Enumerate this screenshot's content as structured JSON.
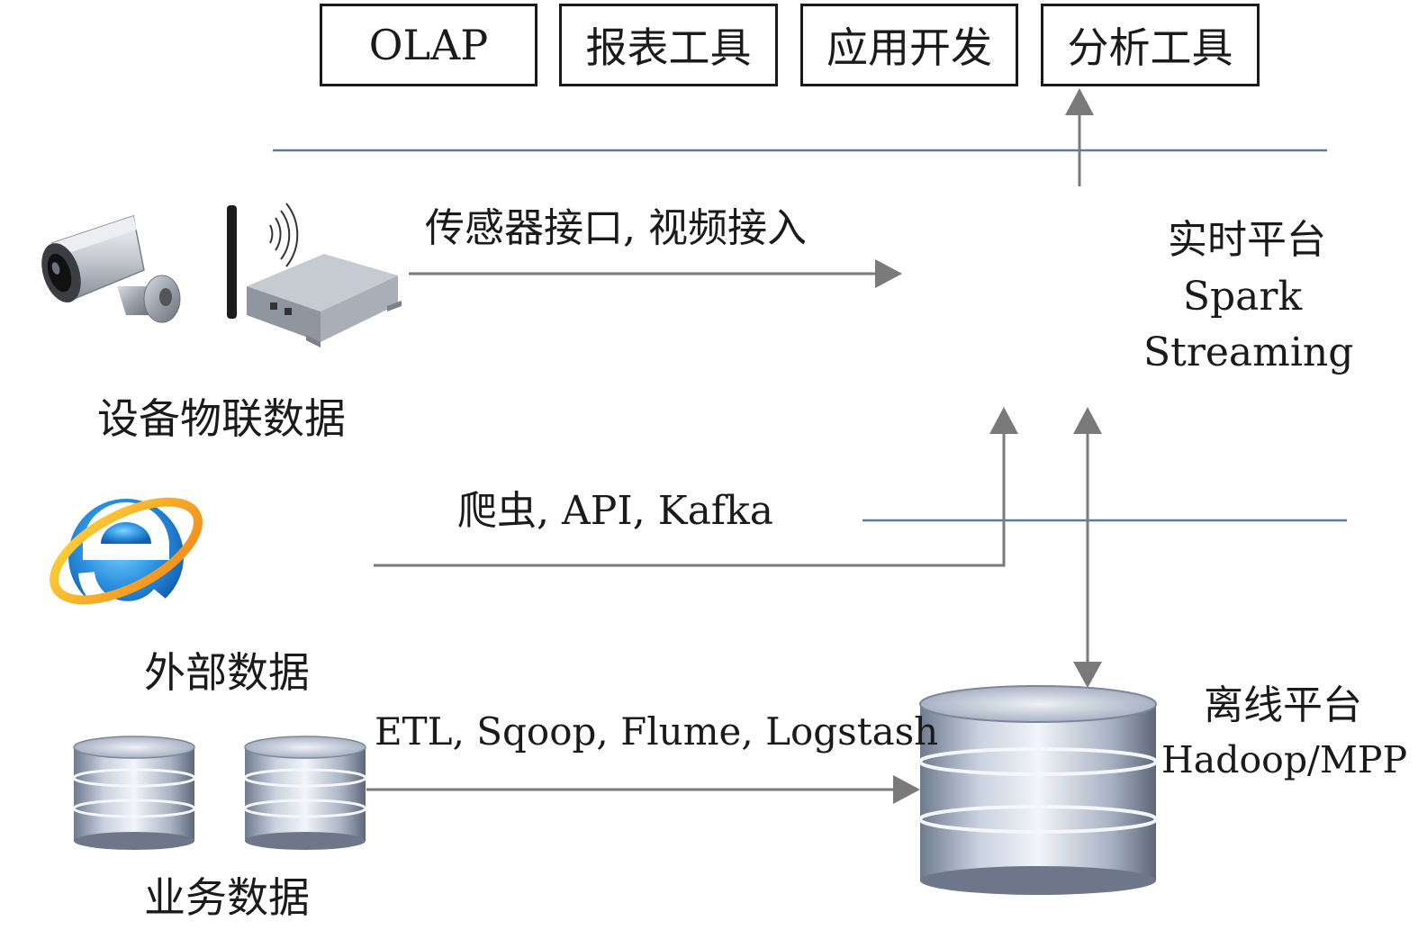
{
  "tools": [
    {
      "label": "OLAP"
    },
    {
      "label": "报表工具"
    },
    {
      "label": "应用开发"
    },
    {
      "label": "分析工具"
    }
  ],
  "realtime": {
    "line1": "实时平台",
    "line2": "Spark",
    "line3": "Streaming"
  },
  "offline": {
    "line1": "离线平台",
    "line2": "Hadoop/MPP"
  },
  "sources": {
    "device": {
      "caption": "设备物联数据",
      "flow_label": "传感器接口, 视频接入"
    },
    "external": {
      "caption": "外部数据",
      "flow_label": "爬虫, API, Kafka"
    },
    "business": {
      "caption": "业务数据",
      "flow_label": "ETL, Sqoop, Flume, Logstash"
    }
  },
  "icons": [
    "camera-icon",
    "wireless-router-icon",
    "browser-icon",
    "database-icon"
  ],
  "colors": {
    "divider": "#5b7aa8",
    "arrow": "#7a7a7a",
    "text": "#1a1a1a"
  }
}
